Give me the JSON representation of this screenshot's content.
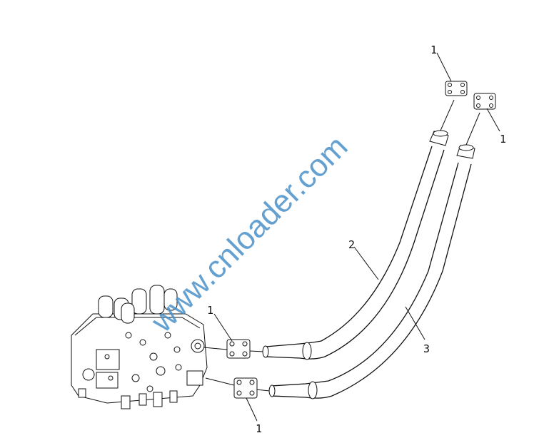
{
  "watermark": {
    "text": "www.cnloader.com",
    "color": "#4a90c8"
  },
  "callouts": [
    "1",
    "1",
    "1",
    "1",
    "2",
    "3"
  ]
}
